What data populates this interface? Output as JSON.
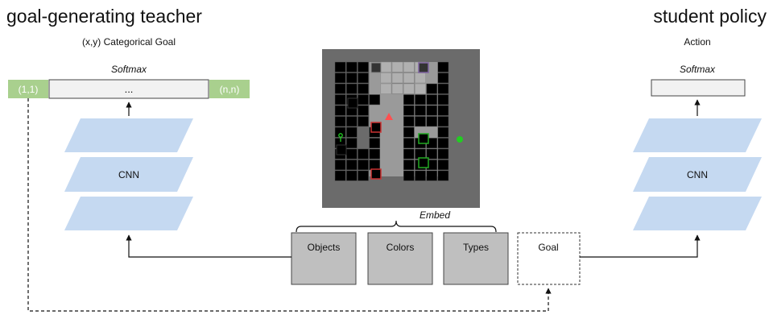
{
  "teacher": {
    "title": "goal-generating teacher",
    "output_label": "(x,y) Categorical Goal",
    "softmax_label": "Softmax",
    "first_cell": "(1,1)",
    "ellipsis": "...",
    "last_cell": "(n,n)",
    "cnn_label": "CNN"
  },
  "student": {
    "title": "student policy",
    "output_label": "Action",
    "softmax_label": "Softmax",
    "cnn_label": "CNN"
  },
  "embedding": {
    "embed_label": "Embed",
    "inputs": [
      "Objects",
      "Colors",
      "Types"
    ],
    "goal_label": "Goal"
  },
  "colors": {
    "layer": "#c5d9f1",
    "cell_green": "#a9d08e",
    "input_box": "#bfbfbf",
    "grid_background": "#6b6b6b",
    "cell_dark": "#000000",
    "agent": "#ff5050",
    "key": "#22cc22"
  }
}
